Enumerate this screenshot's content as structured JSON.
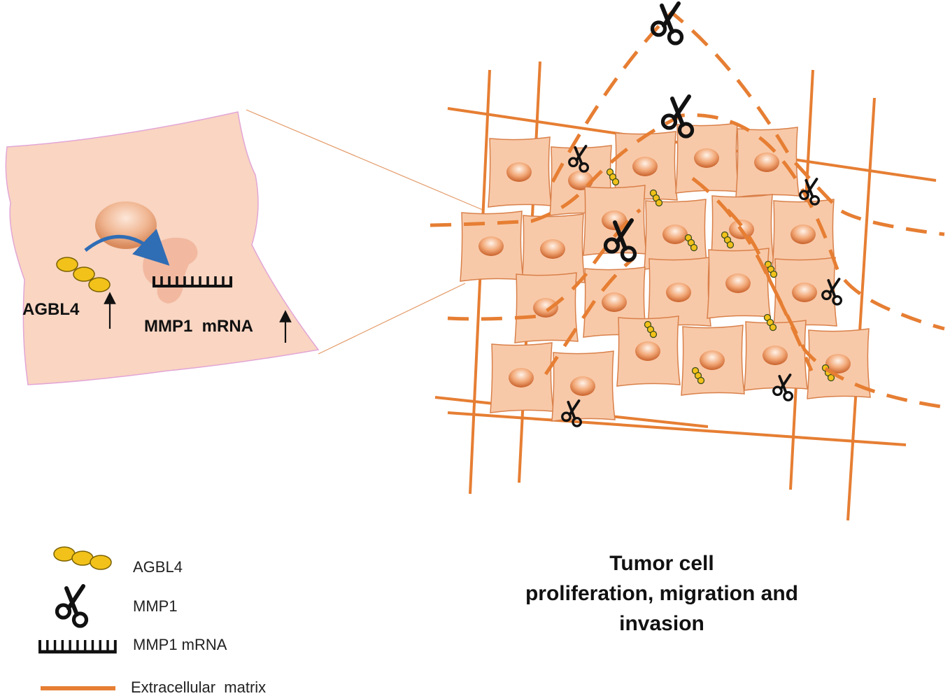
{
  "colors": {
    "cell_fill": "#f8c9a8",
    "cell_fill_light": "#fbd9c3",
    "cell_stroke": "#e6925a",
    "matrix": "#e67e33",
    "agbl4_fill": "#f2c21a",
    "agbl4_stroke": "#8a6d00",
    "arrow": "#2f6db5",
    "ink": "#111111"
  },
  "cell_zoom": {
    "agbl4_label": "AGBL4",
    "mmp1_mrna_label": "MMP1  mRNA"
  },
  "tissue": {
    "caption_line1": "Tumor cell",
    "caption_line2": "proliferation, migration and",
    "caption_line3": "invasion"
  },
  "legend": {
    "agbl4": "AGBL4",
    "mmp1": "MMP1",
    "mmp1_mrna": "MMP1 mRNA",
    "ecm": "Extracellular  matrix"
  }
}
